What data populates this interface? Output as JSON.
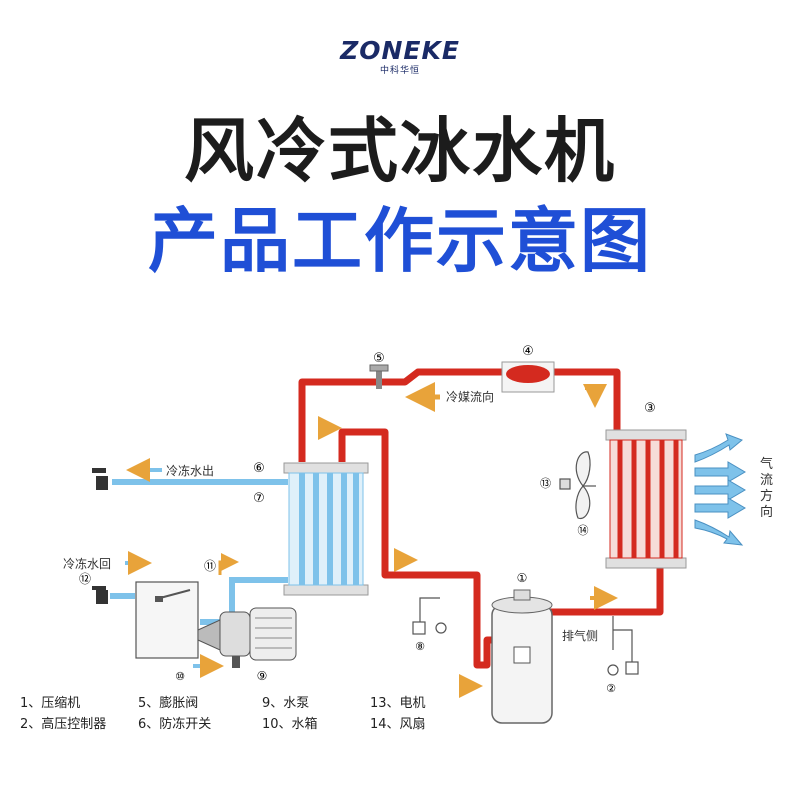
{
  "logo": {
    "word": "ZONEKE",
    "sub": "中科华恒"
  },
  "title_line1": "风冷式冰水机",
  "title_line2": "产品工作示意图",
  "labels": {
    "refrigerant_flow": "冷媒流向",
    "chilled_water_out": "冷冻水出",
    "chilled_water_return": "冷冻水回",
    "exhaust_side": "排气侧",
    "airflow_direction": [
      "气",
      "流",
      "方",
      "向"
    ]
  },
  "component_numbers": {
    "compressor": "①",
    "hp_switch": "②",
    "condenser": "③",
    "valve_top": "④",
    "expansion_valve": "⑤",
    "antifreeze_switch": "⑥",
    "evaporator": "⑦",
    "lp_switch": "⑧",
    "pump": "⑨",
    "tank": "⑩",
    "water_flow": "⑪",
    "water_inlet": "⑫",
    "motor": "⑬",
    "fan": "⑭"
  },
  "legend": [
    [
      "1、压缩机",
      "5、膨胀阀",
      "9、水泵",
      "13、电机"
    ],
    [
      "2、高压控制器",
      "6、防冻开关",
      "10、水箱",
      "14、风扇"
    ]
  ],
  "colors": {
    "refrigerant_pipe": "#d42a1f",
    "water_pipe": "#7ec2ea",
    "title_blue": "#1f4fd6",
    "arrow_orange": "#e8a33a"
  }
}
